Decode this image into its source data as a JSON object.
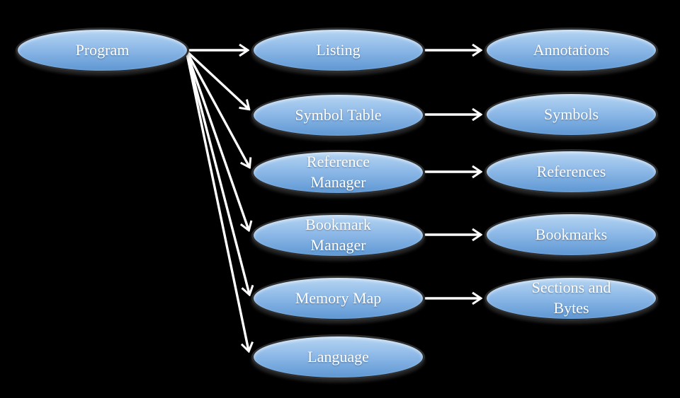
{
  "diagram": {
    "colors": {
      "background": "#000000",
      "node_fill_top": "#b6d5f2",
      "node_fill_bottom": "#5e97d3",
      "node_border": "#2e2e2e",
      "node_text": "#ffffff",
      "arrow": "#ffffff"
    },
    "nodes": [
      {
        "id": "program",
        "label": "Program"
      },
      {
        "id": "listing",
        "label": "Listing"
      },
      {
        "id": "symbol_table",
        "label": "Symbol Table"
      },
      {
        "id": "reference_manager",
        "label": "Reference Manager"
      },
      {
        "id": "bookmark_manager",
        "label": "Bookmark Manager"
      },
      {
        "id": "memory_map",
        "label": "Memory Map"
      },
      {
        "id": "language",
        "label": "Language"
      },
      {
        "id": "annotations",
        "label": "Annotations"
      },
      {
        "id": "symbols",
        "label": "Symbols"
      },
      {
        "id": "references",
        "label": "References"
      },
      {
        "id": "bookmarks",
        "label": "Bookmarks"
      },
      {
        "id": "sections_and_bytes",
        "label": "Sections and Bytes"
      }
    ],
    "edges": [
      {
        "from": "program",
        "to": "listing"
      },
      {
        "from": "program",
        "to": "symbol_table"
      },
      {
        "from": "program",
        "to": "reference_manager"
      },
      {
        "from": "program",
        "to": "bookmark_manager"
      },
      {
        "from": "program",
        "to": "memory_map"
      },
      {
        "from": "program",
        "to": "language"
      },
      {
        "from": "listing",
        "to": "annotations"
      },
      {
        "from": "symbol_table",
        "to": "symbols"
      },
      {
        "from": "reference_manager",
        "to": "references"
      },
      {
        "from": "bookmark_manager",
        "to": "bookmarks"
      },
      {
        "from": "memory_map",
        "to": "sections_and_bytes"
      }
    ]
  }
}
